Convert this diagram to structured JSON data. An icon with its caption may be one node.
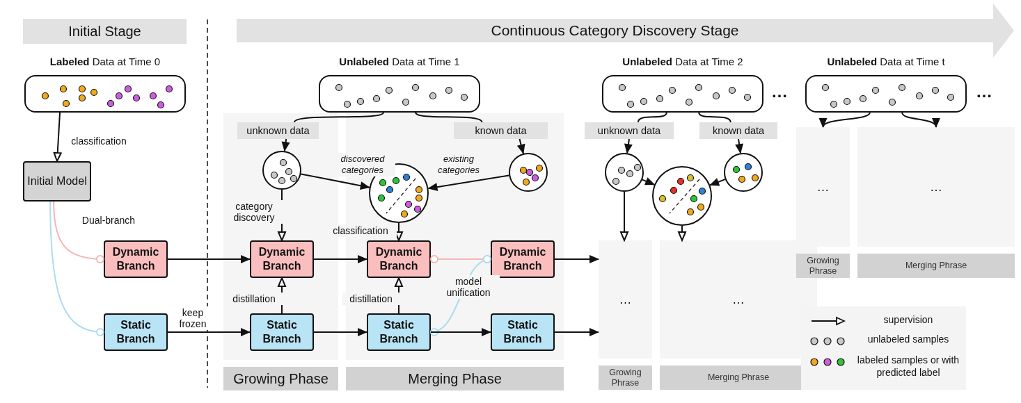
{
  "diagram": {
    "nodes": [
      {
        "text": [
          "Initial Stage"
        ]
      },
      {
        "text": [
          "Continuous Category Discovery Stage"
        ]
      },
      {
        "text": [
          "**Labeled** Data at Time 0"
        ]
      },
      {
        "text": [
          "Initial Model"
        ]
      },
      {
        "text": [
          "Dynamic Branch"
        ]
      },
      {
        "text": [
          "Static Branch"
        ]
      },
      {
        "text": [
          "Growing Phase"
        ]
      },
      {
        "text": [
          "Merging Phase"
        ]
      },
      {
        "text": [
          "**Unlabeled** Data at Time 1"
        ]
      },
      {
        "text": [
          "unknown data"
        ],
        "in": 6
      },
      {
        "text": [
          "known data"
        ],
        "in": 7
      },
      {
        "text": [],
        "shape": "circle",
        "in": 6
      },
      {
        "text": [],
        "shape": "circle",
        "in": 7
      },
      {
        "text": [],
        "shape": "circle",
        "in": 7
      },
      {
        "text": [
          "Dynamic Branch"
        ],
        "in": 6
      },
      {
        "text": [
          "Static Branch"
        ],
        "in": 6
      },
      {
        "text": [
          "Dynamic Branch"
        ],
        "in": 7
      },
      {
        "text": [
          "Static Branch"
        ],
        "in": 7
      },
      {
        "text": [
          "Dynamic Branch"
        ],
        "in": 7
      },
      {
        "text": [
          "Static Branch"
        ],
        "in": 7
      },
      {
        "text": [
          "**Unlabeled** Data at Time 2"
        ]
      },
      {
        "text": [
          "unknown data"
        ]
      },
      {
        "text": [
          "known data"
        ]
      },
      {
        "text": [],
        "shape": "circle"
      },
      {
        "text": [],
        "shape": "circle"
      },
      {
        "text": [],
        "shape": "circle"
      },
      {
        "text": [
          "…",
          "Growing Phrase"
        ]
      },
      {
        "text": [
          "…",
          "Merging Phrase"
        ]
      },
      {
        "text": [
          "**Unlabeled** Data at Time t"
        ]
      },
      {
        "text": [
          "…",
          "Growing Phrase"
        ]
      },
      {
        "text": [
          "…",
          "Merging Phrase"
        ]
      }
    ],
    "edges": [
      {
        "from": 2,
        "to": 3,
        "arrow": "to",
        "label": "classification"
      },
      {
        "from": 3,
        "to": 4,
        "arrow": "other",
        "label": "Dual-branch",
        "color": "#f5b5b5"
      },
      {
        "from": 3,
        "to": 5,
        "arrow": "other",
        "color": "#aadcf2"
      },
      {
        "from": 4,
        "to": 14,
        "arrow": "to"
      },
      {
        "from": 5,
        "to": 15,
        "arrow": "to",
        "label": "keep frozen"
      },
      {
        "from": 8,
        "to": 9,
        "arrow": "none"
      },
      {
        "from": 8,
        "to": 10,
        "arrow": "none"
      },
      {
        "from": 9,
        "to": 11,
        "arrow": "to"
      },
      {
        "from": 10,
        "to": 13,
        "arrow": "to"
      },
      {
        "from": 11,
        "to": 12,
        "arrow": "to",
        "label": "discovered categories"
      },
      {
        "from": 13,
        "to": 12,
        "arrow": "to",
        "label": "existing categories"
      },
      {
        "from": 11,
        "to": 14,
        "arrow": "to",
        "label": "category discovery"
      },
      {
        "from": 12,
        "to": 16,
        "arrow": "to",
        "label": "classification"
      },
      {
        "from": 15,
        "to": 14,
        "arrow": "to",
        "label": "distillation"
      },
      {
        "from": 17,
        "to": 16,
        "arrow": "to",
        "label": "distillation"
      },
      {
        "from": 14,
        "to": 16,
        "arrow": "to"
      },
      {
        "from": 15,
        "to": 17,
        "arrow": "to"
      },
      {
        "from": 16,
        "to": 18,
        "arrow": "other",
        "color": "#f5b5b5"
      },
      {
        "from": 17,
        "to": 18,
        "arrow": "other",
        "label": "model unification",
        "color": "#aadcf2"
      },
      {
        "from": 17,
        "to": 19,
        "arrow": "to"
      },
      {
        "from": 18,
        "to": 26,
        "arrow": "to"
      },
      {
        "from": 19,
        "to": 26,
        "arrow": "to"
      },
      {
        "from": 20,
        "to": 21,
        "arrow": "none"
      },
      {
        "from": 20,
        "to": 22,
        "arrow": "none"
      },
      {
        "from": 21,
        "to": 23,
        "arrow": "to"
      },
      {
        "from": 22,
        "to": 25,
        "arrow": "to"
      },
      {
        "from": 23,
        "to": 24,
        "arrow": "to"
      },
      {
        "from": 25,
        "to": 24,
        "arrow": "to"
      },
      {
        "from": 23,
        "to": 26,
        "arrow": "to"
      },
      {
        "from": 24,
        "to": 27,
        "arrow": "to"
      },
      {
        "from": 28,
        "to": 29,
        "arrow": "to"
      },
      {
        "from": 28,
        "to": 30,
        "arrow": "to"
      }
    ],
    "labels": [
      "…",
      "…"
    ],
    "legend": [
      {
        "text": "supervision"
      },
      {
        "text": "unlabeled samples"
      },
      {
        "text": "labeled samples or with predicted label"
      }
    ]
  }
}
